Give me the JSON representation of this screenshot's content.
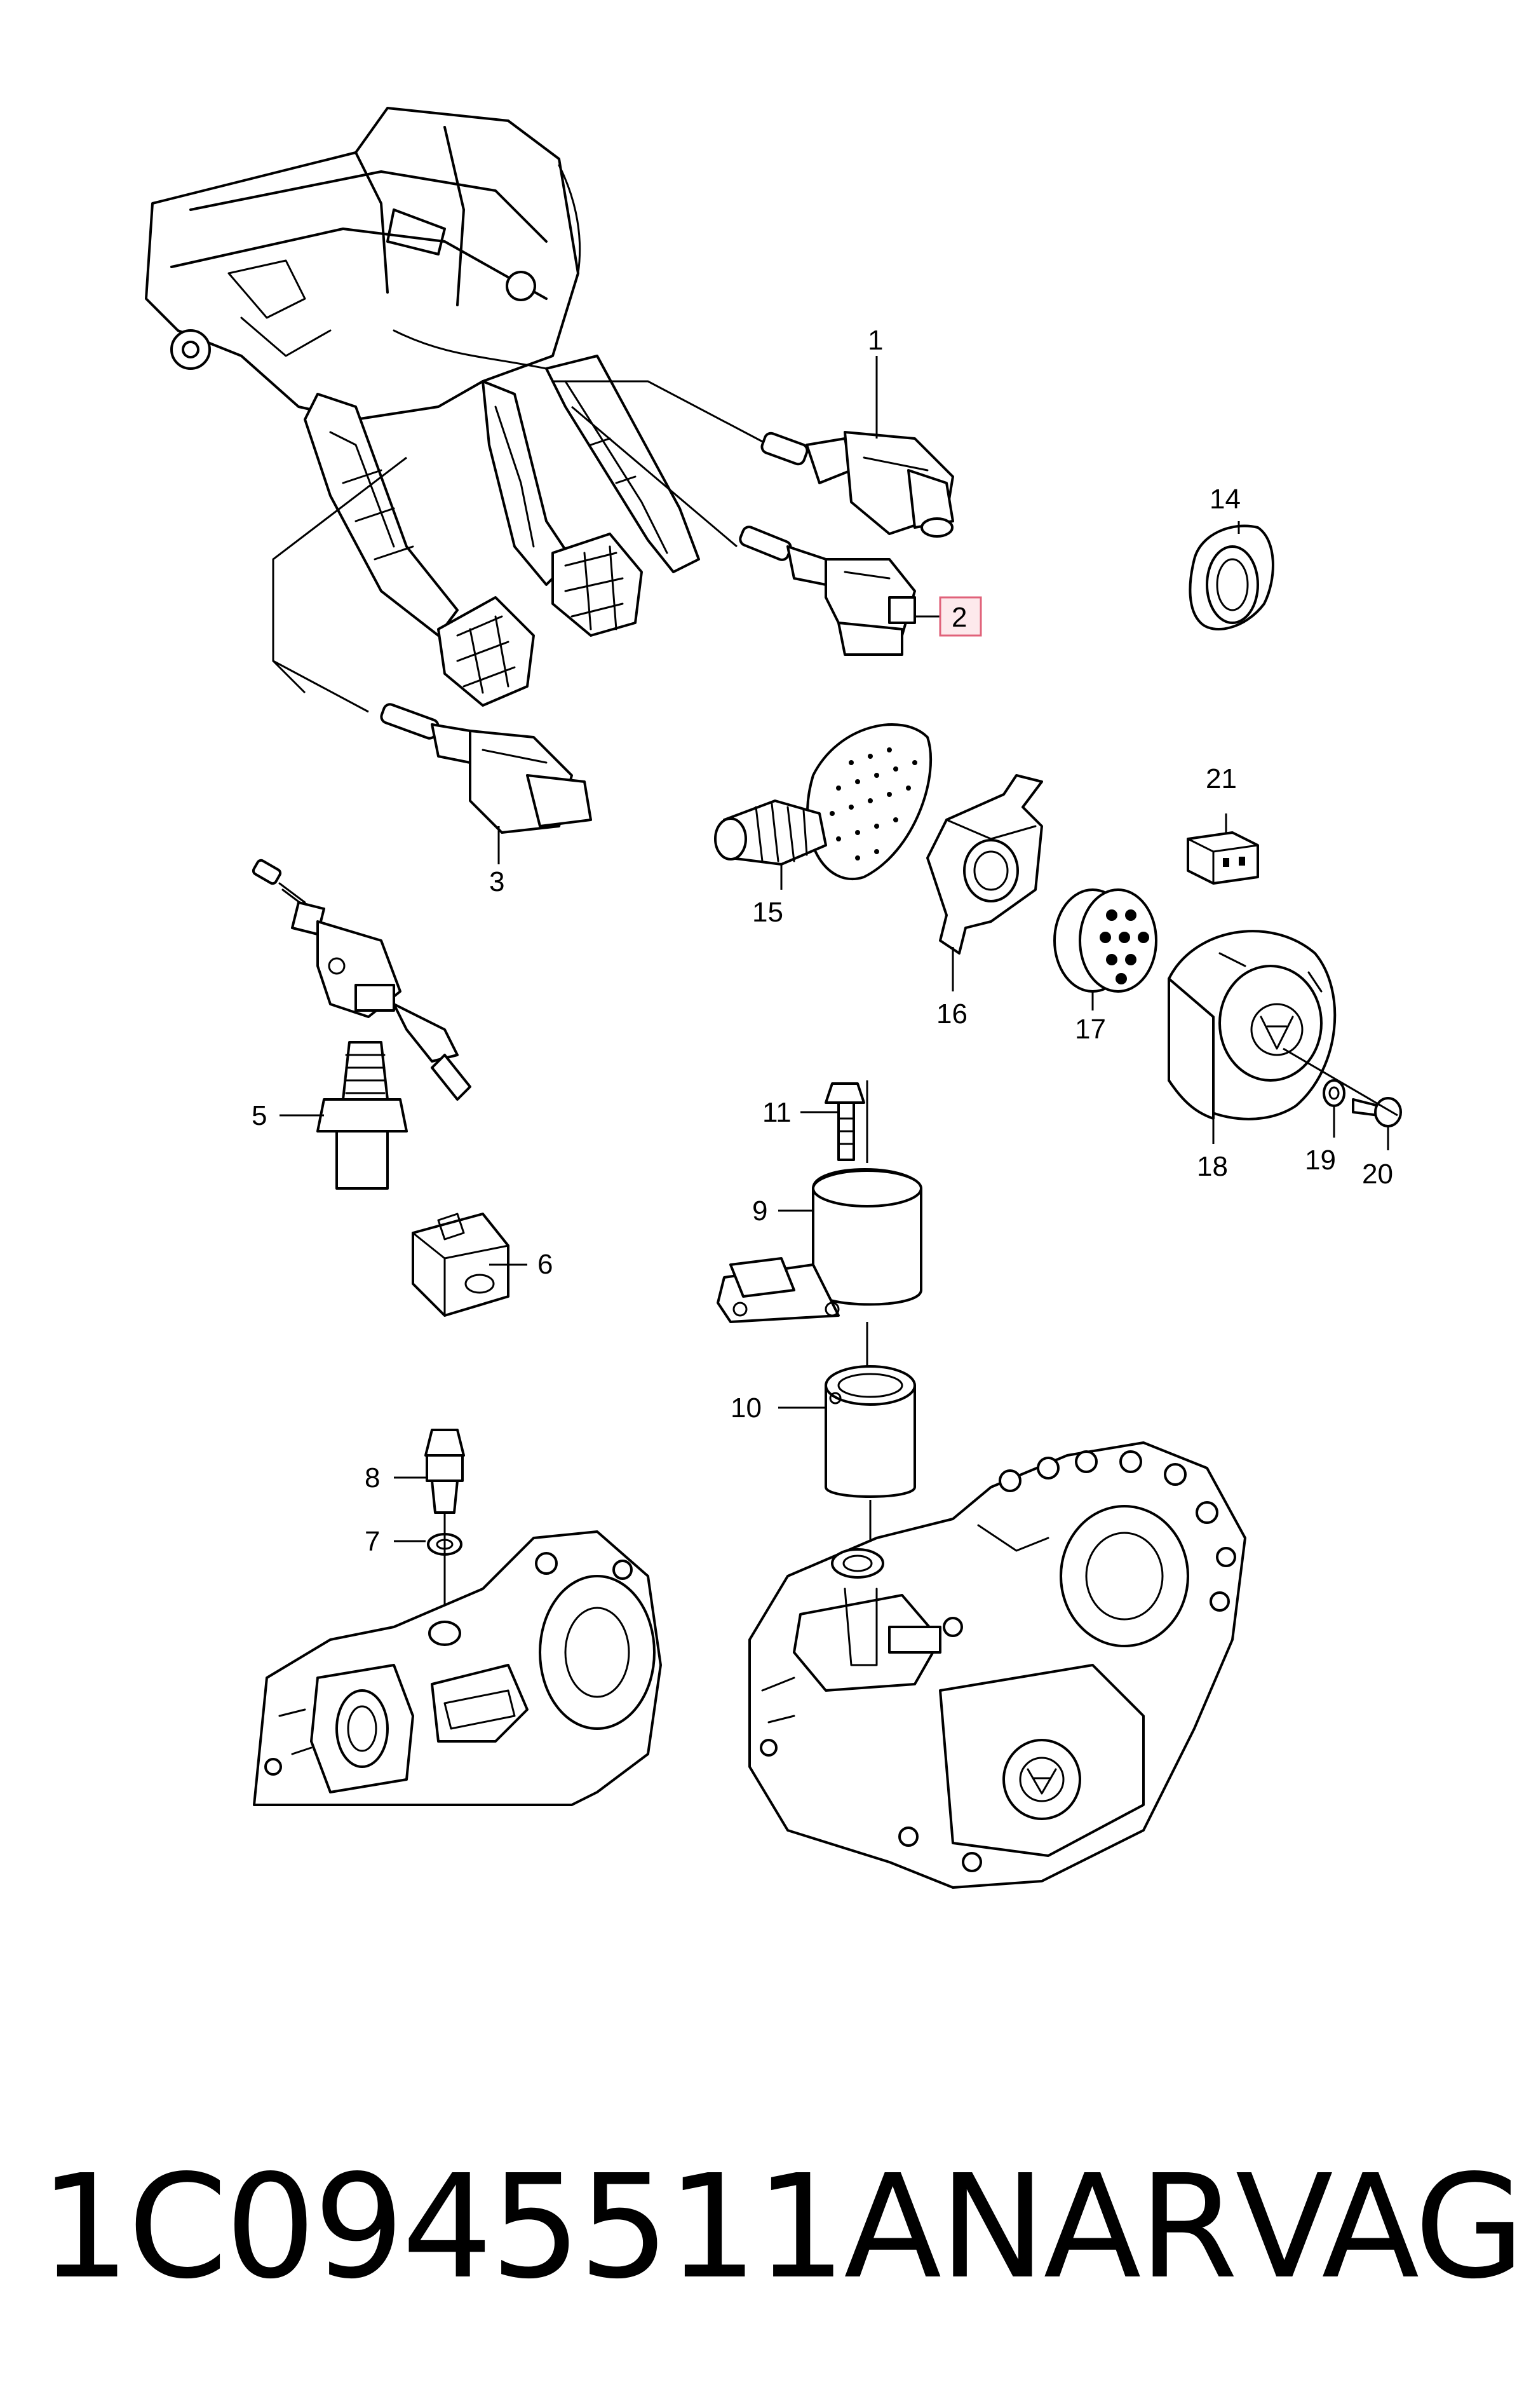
{
  "diagram": {
    "callouts": [
      {
        "id": "c1",
        "label": "1"
      },
      {
        "id": "c2",
        "label": "2",
        "highlighted": true
      },
      {
        "id": "c3",
        "label": "3"
      },
      {
        "id": "c5",
        "label": "5"
      },
      {
        "id": "c6",
        "label": "6"
      },
      {
        "id": "c7",
        "label": "7"
      },
      {
        "id": "c8",
        "label": "8"
      },
      {
        "id": "c9",
        "label": "9"
      },
      {
        "id": "c10",
        "label": "10"
      },
      {
        "id": "c11",
        "label": "11"
      },
      {
        "id": "c14",
        "label": "14"
      },
      {
        "id": "c15",
        "label": "15"
      },
      {
        "id": "c16",
        "label": "16"
      },
      {
        "id": "c17",
        "label": "17"
      },
      {
        "id": "c18",
        "label": "18"
      },
      {
        "id": "c19",
        "label": "19"
      },
      {
        "id": "c20",
        "label": "20"
      },
      {
        "id": "c21",
        "label": "21"
      }
    ],
    "highlight_color": "#e0627a"
  },
  "footer": {
    "part_number": "1C0945511ANAR",
    "brand": "VAG"
  }
}
